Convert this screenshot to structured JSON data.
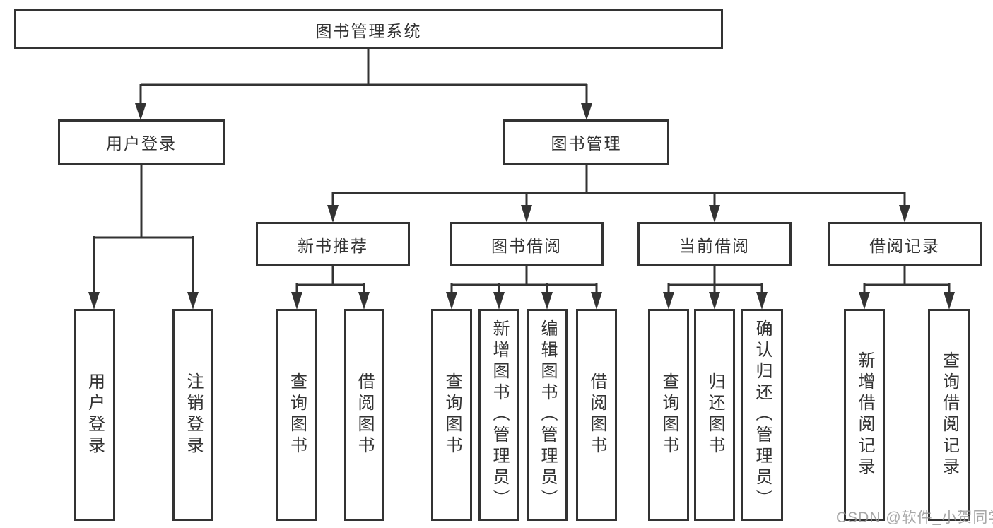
{
  "tree": {
    "root": "图书管理系统",
    "branches": [
      "用户登录",
      "图书管理"
    ],
    "modules": [
      "新书推荐",
      "图书借阅",
      "当前借阅",
      "借阅记录"
    ],
    "leaves": [
      "用户登录",
      "注销登录",
      "查询图书",
      "借阅图书",
      "查询图书",
      "新增图书（管理员）",
      "编辑图书（管理员）",
      "借阅图书",
      "查询图书",
      "归还图书",
      "确认归还（管理员）",
      "新增借阅记录",
      "查询借阅记录"
    ]
  },
  "watermark": "CSDN @软件_小贺同学",
  "colors": {
    "line": "#333333",
    "text": "#333333",
    "background": "#ffffff",
    "watermark": "#989898"
  }
}
